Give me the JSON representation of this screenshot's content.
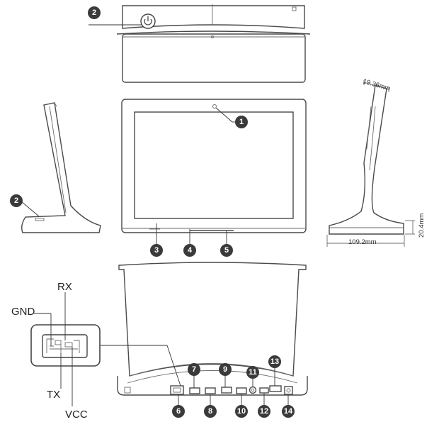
{
  "callouts": {
    "c1": "1",
    "c2a": "2",
    "c2b": "2",
    "c3": "3",
    "c4": "4",
    "c5": "5",
    "c6": "6",
    "c7": "7",
    "c8": "8",
    "c9": "9",
    "c10": "10",
    "c11": "11",
    "c12": "12",
    "c13": "13",
    "c14": "14"
  },
  "pin_labels": {
    "rx": "RX",
    "gnd": "GND",
    "tx": "TX",
    "vcc": "VCC"
  },
  "dimensions": {
    "thickness": "19.36mm",
    "height": "20.4mm",
    "depth": "109.2mm"
  }
}
